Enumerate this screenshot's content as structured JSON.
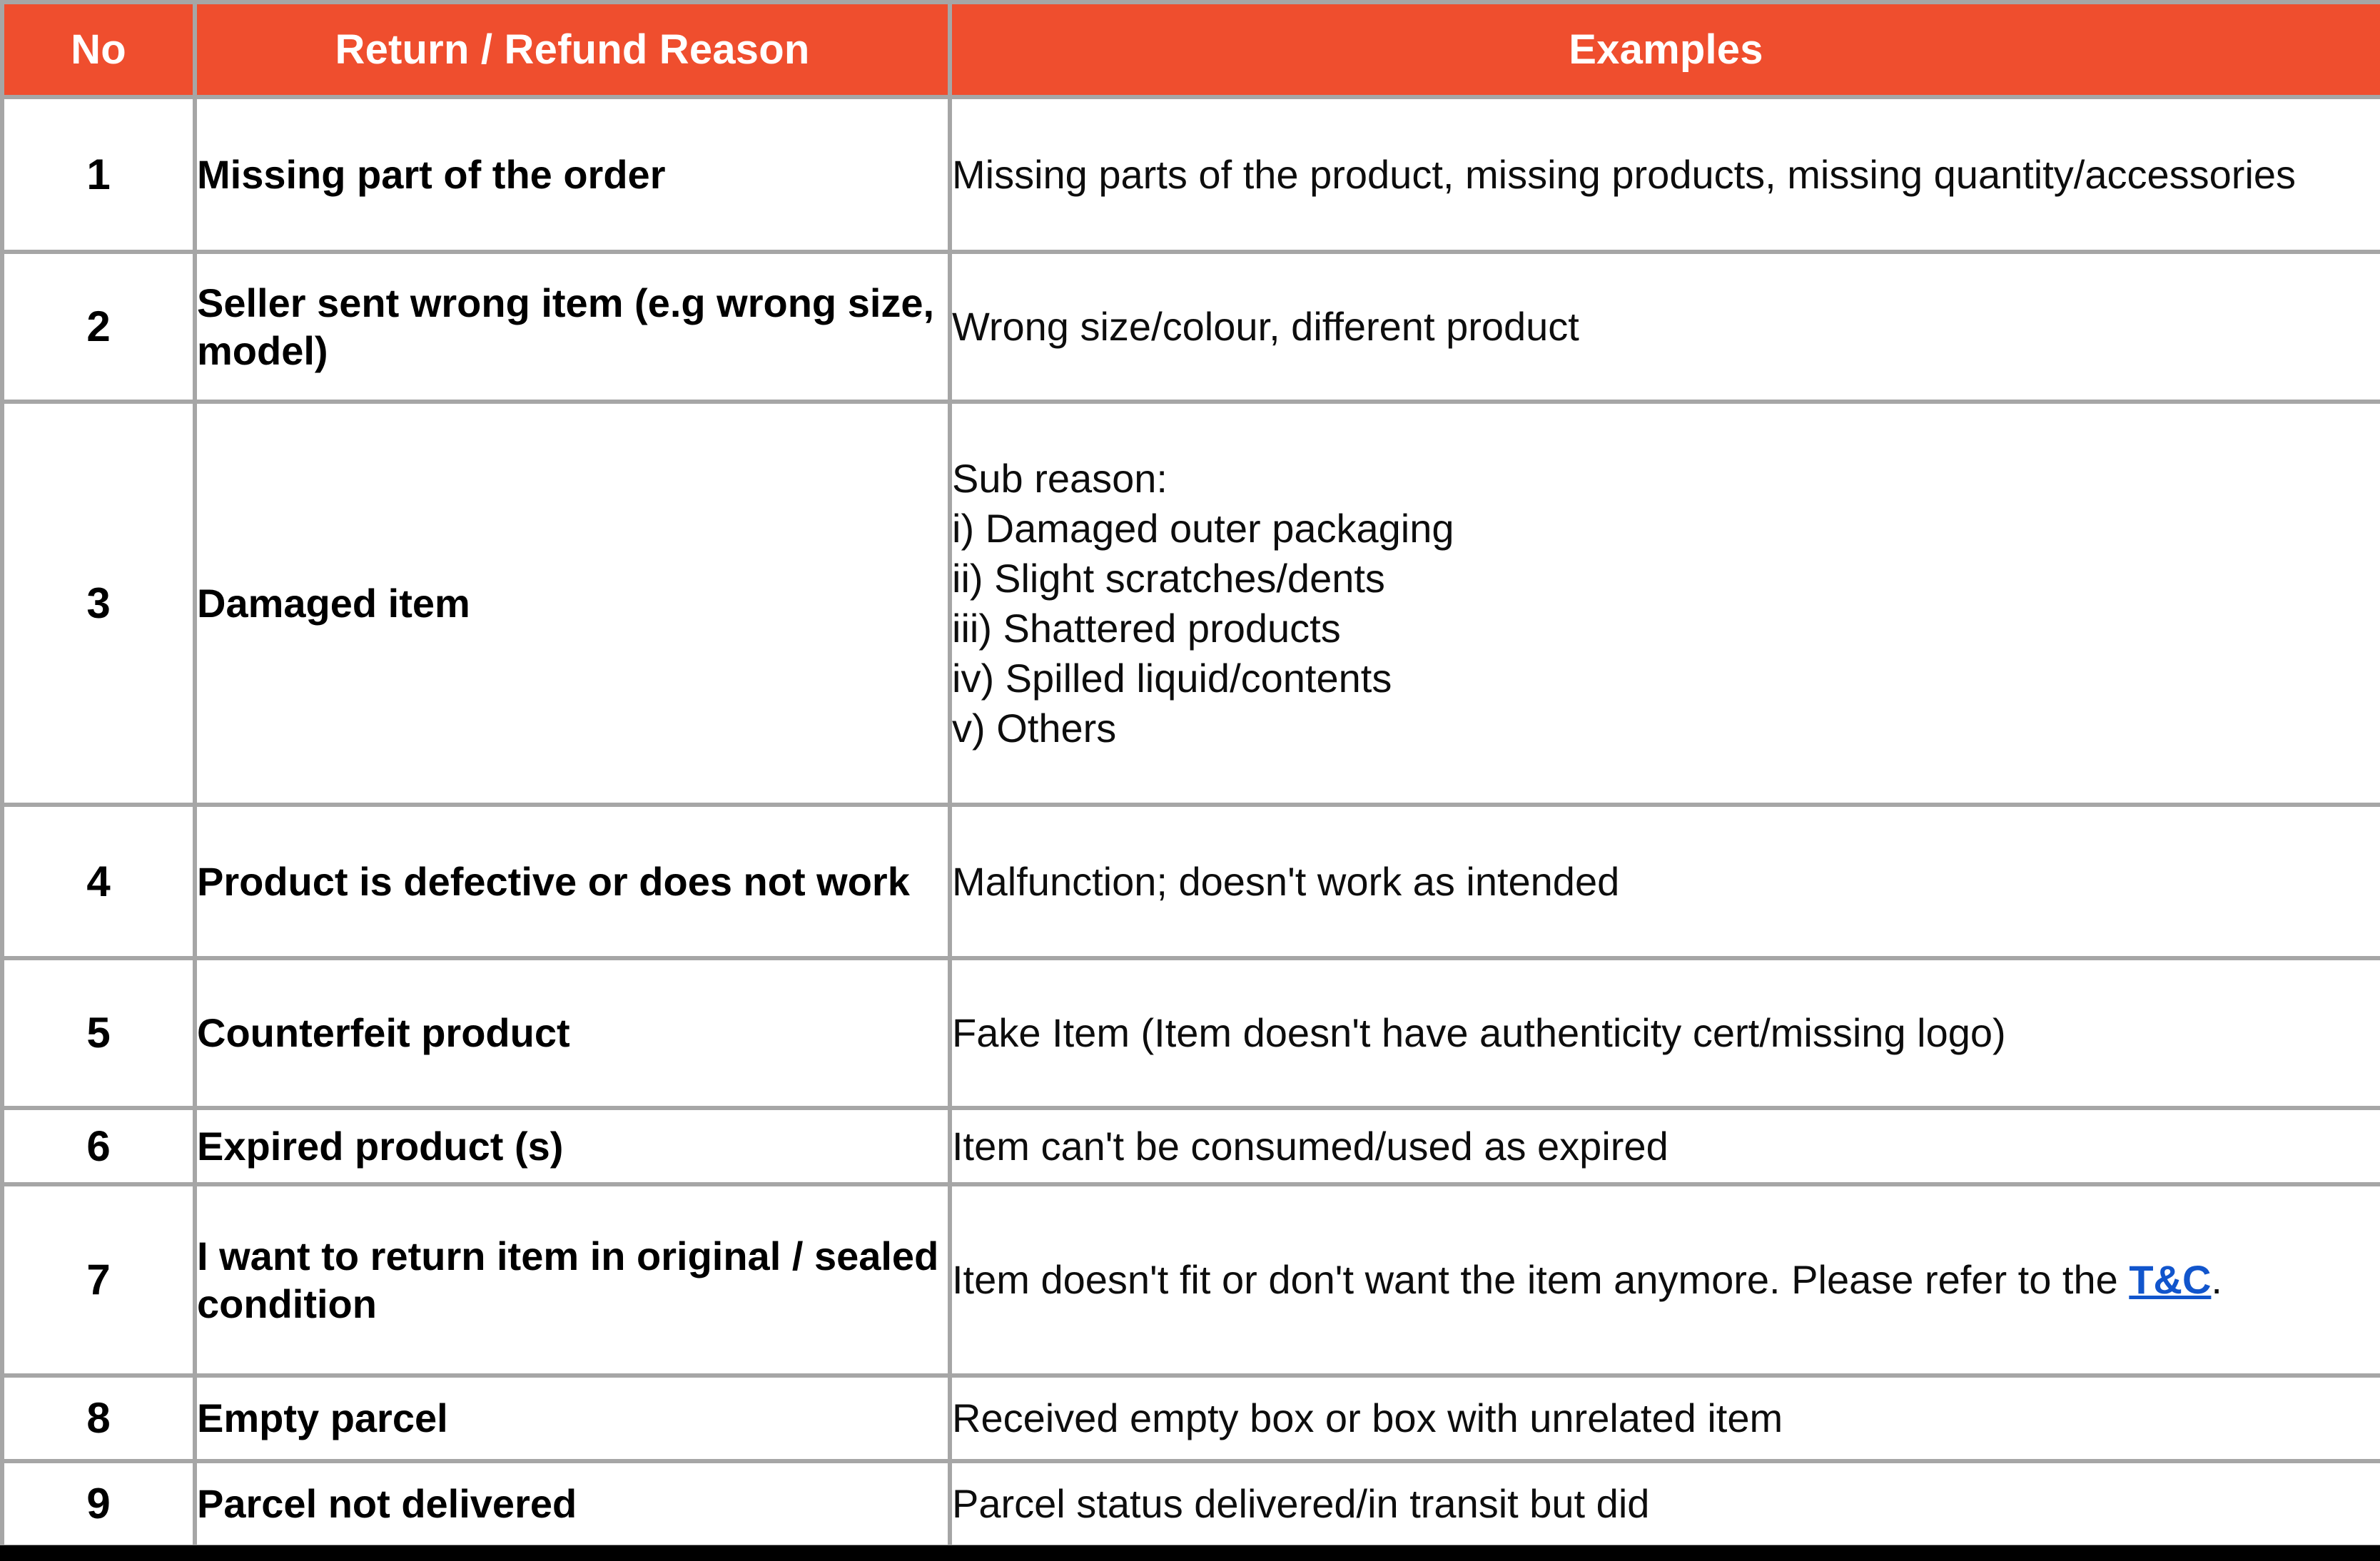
{
  "table": {
    "accent_color": "#ef4e2e",
    "border_color": "#a6a6a6",
    "link_color": "#1155cc",
    "headers": {
      "no": "No",
      "reason": "Return / Refund Reason",
      "examples": "Examples"
    },
    "rows": [
      {
        "no": "1",
        "reason": "Missing part of the order",
        "example": "Missing parts of the product, missing products, missing quantity/accessories"
      },
      {
        "no": "2",
        "reason": "Seller sent wrong item\n(e.g wrong size, model)",
        "example": "Wrong size/colour, different product"
      },
      {
        "no": "3",
        "reason": "Damaged item",
        "example": "Sub reason:\ni) Damaged outer packaging\nii) Slight scratches/dents\niii) Shattered products\niv) Spilled liquid/contents\nv) Others"
      },
      {
        "no": "4",
        "reason": "Product is defective or does not work",
        "example": "Malfunction; doesn't work as intended"
      },
      {
        "no": "5",
        "reason": "Counterfeit product",
        "example": "Fake Item (Item doesn't have authenticity cert/missing logo)"
      },
      {
        "no": "6",
        "reason": "Expired product (s)",
        "example": "Item can't be consumed/used as expired"
      },
      {
        "no": "7",
        "reason": "I want to return item in original / sealed condition",
        "example_prefix": "Item doesn't fit or don't want the item anymore. Please refer to the ",
        "example_link": "T&C",
        "example_suffix": "."
      },
      {
        "no": "8",
        "reason": "Empty parcel",
        "example": "Received empty box or box with unrelated item"
      },
      {
        "no": "9",
        "reason": "Parcel not delivered",
        "example": "Parcel status delivered/in transit but did"
      }
    ]
  }
}
